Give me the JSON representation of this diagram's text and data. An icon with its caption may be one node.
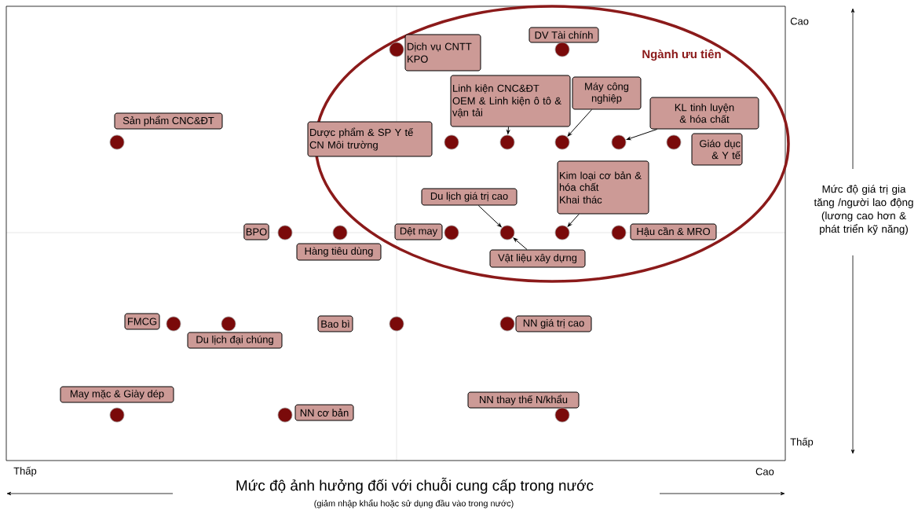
{
  "diagram": {
    "nodes": [
      {
        "text": [
          "Ngành ưu tiên"
        ]
      },
      {
        "text": [
          "DV Tài chính"
        ],
        "in": 0
      },
      {
        "text": [
          "Dịch vụ CNTT",
          "KPO"
        ],
        "in": 0
      },
      {
        "text": [
          "Linh kiện CNC&ĐT",
          "OEM & Linh kiện ô tô & vận tải"
        ],
        "in": 0
      },
      {
        "text": [
          "Máy công nghiệp"
        ],
        "in": 0
      },
      {
        "text": [
          "KL tinh luyện & hóa chất"
        ],
        "in": 0
      },
      {
        "text": [
          "Sản phẩm CNC&ĐT"
        ]
      },
      {
        "text": [
          "Dược phẩm & SP Y tế",
          "CN Môi trường"
        ]
      },
      {
        "text": [
          "Giáo dục & Y tế"
        ],
        "in": 0
      },
      {
        "text": [
          "Kim loại cơ bản & hóa chất",
          "Khai thác"
        ],
        "in": 0
      },
      {
        "text": [
          "Du lịch giá trị cao"
        ],
        "in": 0
      },
      {
        "text": [
          "BPO"
        ]
      },
      {
        "text": [
          "Dệt may"
        ],
        "in": 0
      },
      {
        "text": [
          "Hậu cần & MRO"
        ],
        "in": 0
      },
      {
        "text": [
          "Hàng tiêu dùng"
        ]
      },
      {
        "text": [
          "Vật liệu xây dựng"
        ],
        "in": 0
      },
      {
        "text": [
          "FMCG"
        ]
      },
      {
        "text": [
          "Bao bì"
        ]
      },
      {
        "text": [
          "NN giá trị cao"
        ]
      },
      {
        "text": [
          "Du lịch đại chúng"
        ]
      },
      {
        "text": [
          "May mặc & Giày dép"
        ]
      },
      {
        "text": [
          "NN thay thế N/khẩu"
        ]
      },
      {
        "text": [
          "NN cơ bản"
        ]
      },
      {
        "text": [],
        "shape": "circle",
        "in": 0
      },
      {
        "text": [],
        "shape": "circle",
        "in": 0
      },
      {
        "text": [],
        "shape": "circle"
      },
      {
        "text": [],
        "shape": "circle",
        "in": 0
      },
      {
        "text": [],
        "shape": "circle",
        "in": 0
      },
      {
        "text": [],
        "shape": "circle",
        "in": 0
      },
      {
        "text": [],
        "shape": "circle",
        "in": 0
      },
      {
        "text": [],
        "shape": "circle",
        "in": 0
      },
      {
        "text": [],
        "shape": "circle"
      },
      {
        "text": [],
        "shape": "circle"
      },
      {
        "text": [],
        "shape": "circle",
        "in": 0
      },
      {
        "text": [],
        "shape": "circle",
        "in": 0
      },
      {
        "text": [],
        "shape": "circle",
        "in": 0
      },
      {
        "text": [],
        "shape": "circle",
        "in": 0
      },
      {
        "text": [],
        "shape": "circle"
      },
      {
        "text": [],
        "shape": "circle"
      },
      {
        "text": [],
        "shape": "circle"
      },
      {
        "text": [],
        "shape": "circle"
      },
      {
        "text": [],
        "shape": "circle"
      },
      {
        "text": [],
        "shape": "circle"
      },
      {
        "text": [],
        "shape": "circle"
      }
    ],
    "edges": [
      {
        "from": 3,
        "to": 27,
        "arrow": "to"
      },
      {
        "from": 4,
        "to": 28,
        "arrow": "to"
      },
      {
        "from": 5,
        "to": 29,
        "arrow": "to"
      },
      {
        "from": 10,
        "to": 34,
        "arrow": "to"
      },
      {
        "from": 15,
        "to": 34,
        "arrow": "to"
      },
      {
        "from": 9,
        "to": 35,
        "arrow": "to"
      }
    ],
    "labels": [
      "Cao",
      "Mức độ giá trị gia tăng /người lao động (lương cao hơn & phát triển kỹ năng)",
      "Thấp",
      "Thấp",
      "Cao",
      "Mức độ ảnh hưởng đối với chuỗi cung cấp trong nước",
      "(giảm nhập khẩu hoặc sử dụng đầu vào trong nước)"
    ]
  }
}
